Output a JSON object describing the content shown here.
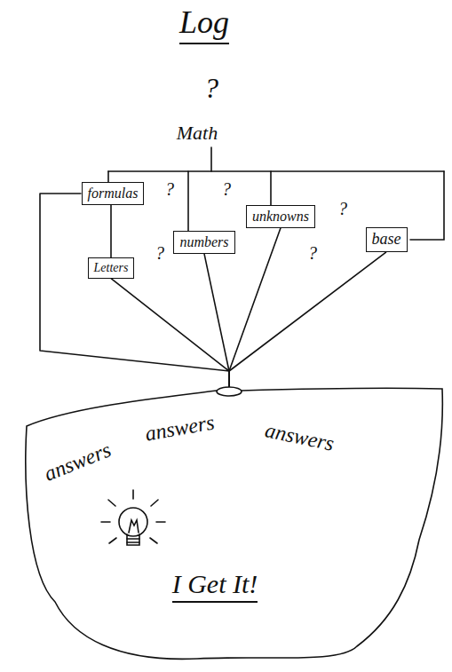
{
  "diagram": {
    "title": "Log",
    "nodes": [
      {
        "text": [
          "formulas"
        ]
      },
      {
        "text": [
          "unknowns"
        ]
      },
      {
        "text": [
          "numbers"
        ]
      },
      {
        "text": [
          "base"
        ]
      },
      {
        "text": [
          "Letters"
        ]
      },
      {
        "text": [
          "answers",
          "answers",
          "answers",
          "I Get It!"
        ]
      }
    ],
    "edges": [
      {
        "from": 0,
        "to": 4,
        "arrow": "none"
      },
      {
        "from": 0,
        "to": 5,
        "arrow": "none"
      },
      {
        "from": 4,
        "to": 5,
        "arrow": "none"
      },
      {
        "from": 2,
        "to": 5,
        "arrow": "none"
      },
      {
        "from": 1,
        "to": 5,
        "arrow": "none"
      },
      {
        "from": 3,
        "to": 5,
        "arrow": "none"
      }
    ],
    "labels": [
      "?",
      "Math",
      "?",
      "?",
      "?",
      "?",
      "?"
    ]
  }
}
